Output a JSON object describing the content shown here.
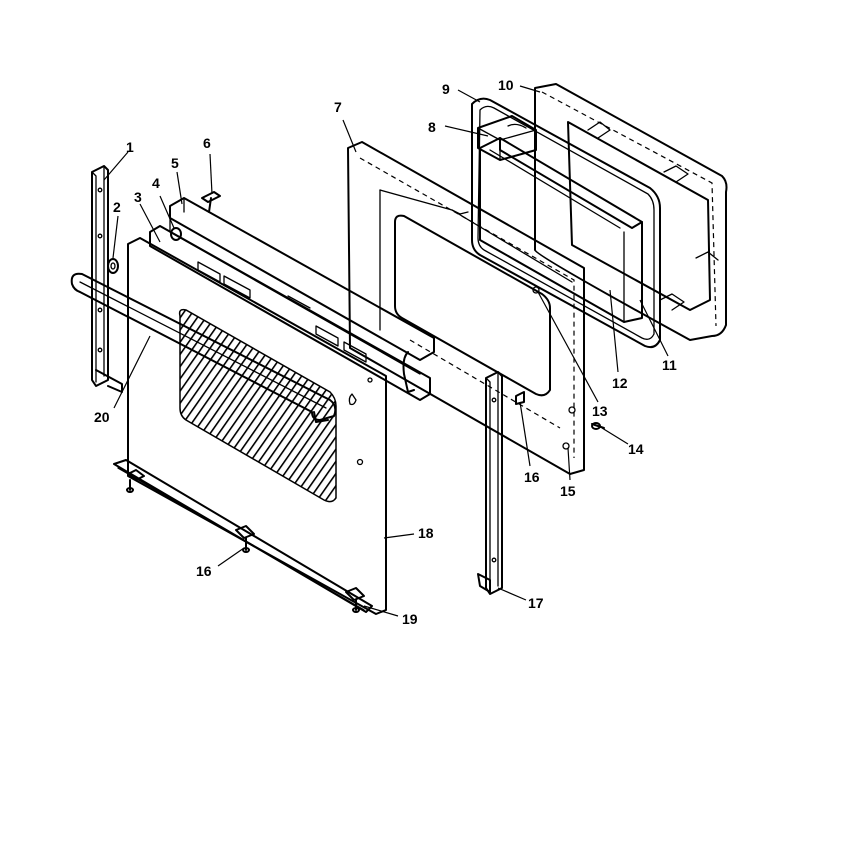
{
  "diagram": {
    "callouts": [
      {
        "id": "1",
        "label": "1"
      },
      {
        "id": "2",
        "label": "2"
      },
      {
        "id": "3",
        "label": "3"
      },
      {
        "id": "4",
        "label": "4"
      },
      {
        "id": "5",
        "label": "5"
      },
      {
        "id": "6",
        "label": "6"
      },
      {
        "id": "7",
        "label": "7"
      },
      {
        "id": "8",
        "label": "8"
      },
      {
        "id": "9",
        "label": "9"
      },
      {
        "id": "10",
        "label": "10"
      },
      {
        "id": "11",
        "label": "11"
      },
      {
        "id": "12",
        "label": "12"
      },
      {
        "id": "13",
        "label": "13"
      },
      {
        "id": "14",
        "label": "14"
      },
      {
        "id": "15",
        "label": "15"
      },
      {
        "id": "16a",
        "label": "16"
      },
      {
        "id": "16b",
        "label": "16"
      },
      {
        "id": "17",
        "label": "17"
      },
      {
        "id": "18",
        "label": "18"
      },
      {
        "id": "19",
        "label": "19"
      },
      {
        "id": "20",
        "label": "20"
      }
    ]
  }
}
